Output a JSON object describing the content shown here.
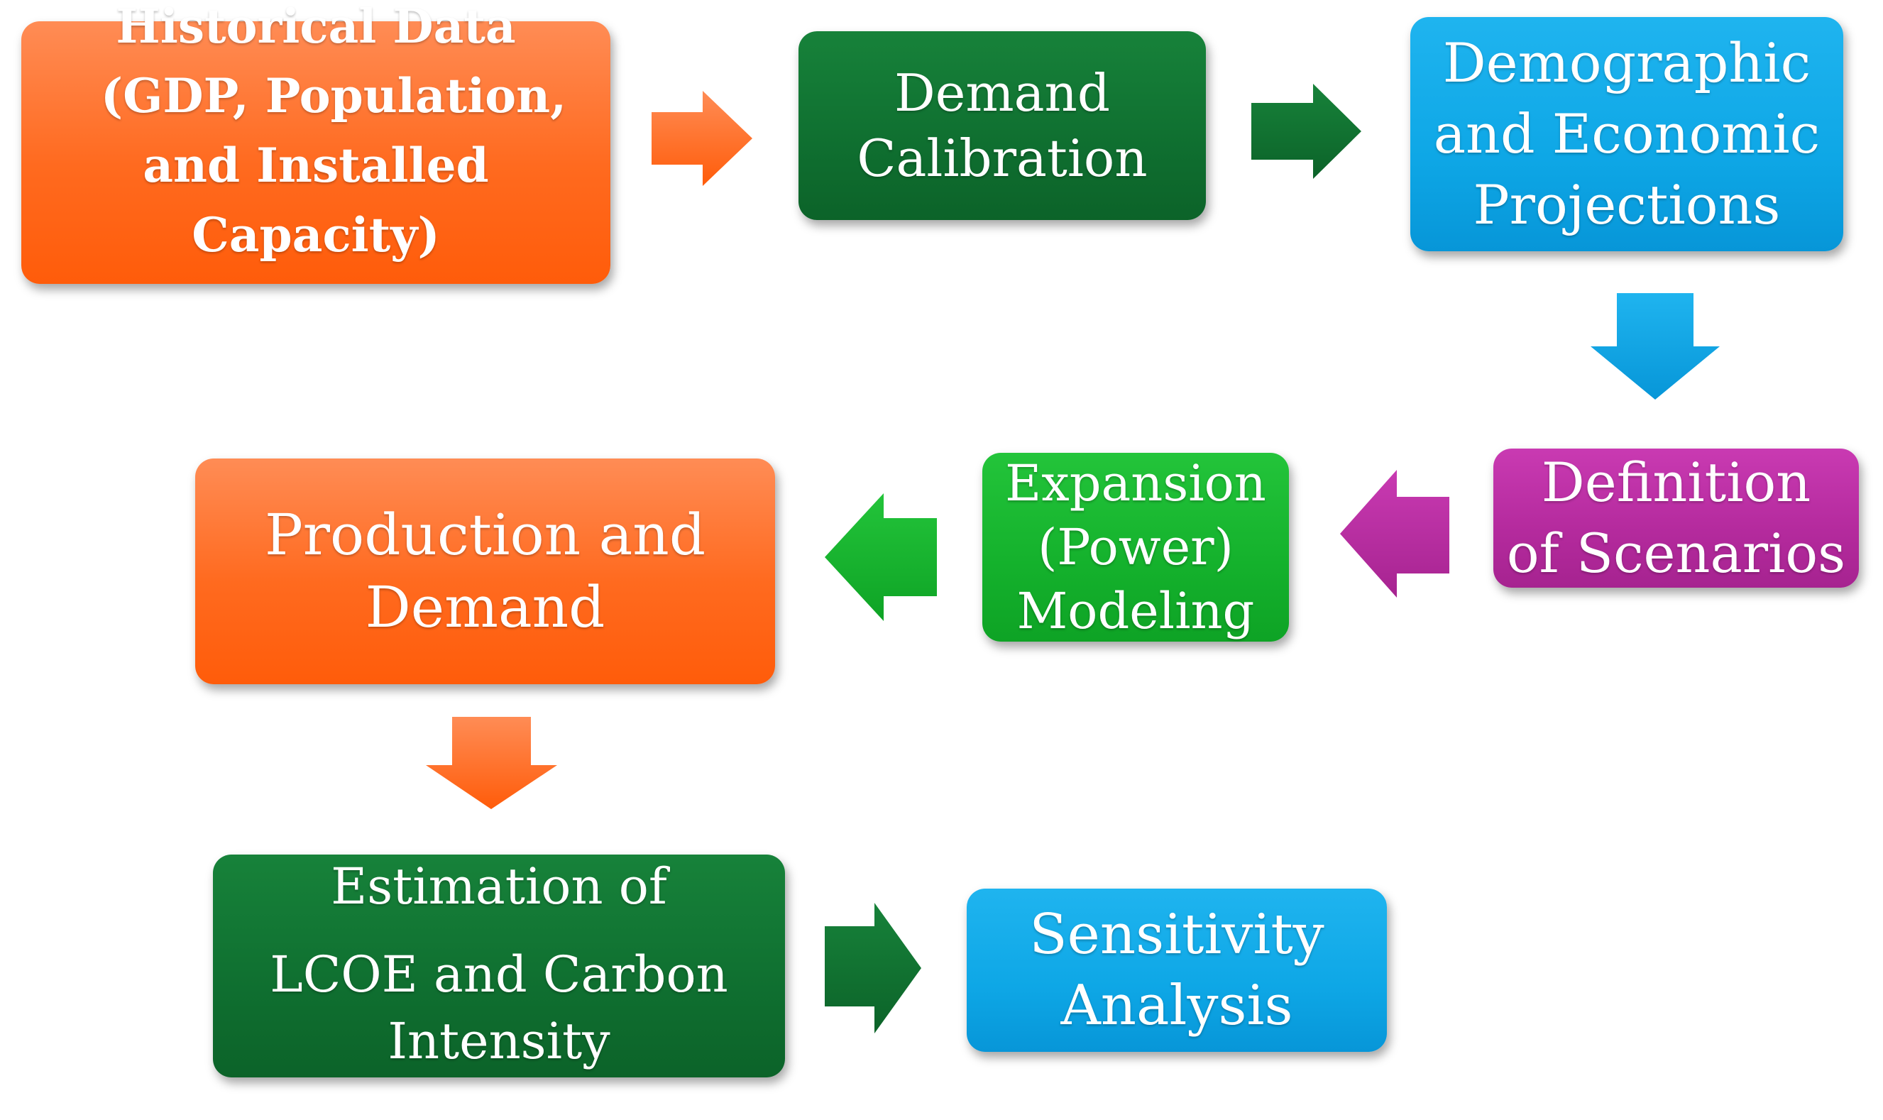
{
  "boxes": {
    "historical_data": {
      "lines": [
        "Historical Data",
        "(GDP, Population,",
        "and Installed",
        "Capacity)"
      ]
    },
    "demand_calibration": {
      "lines": [
        "Demand",
        "Calibration"
      ]
    },
    "projections": {
      "lines": [
        "Demographic",
        "and Economic",
        "Projections"
      ]
    },
    "scenarios": {
      "lines": [
        "Definition",
        "of Scenarios"
      ]
    },
    "expansion": {
      "lines": [
        "Expansion",
        "(Power)",
        "Modeling"
      ]
    },
    "production": {
      "lines": [
        "Production and",
        "Demand"
      ]
    },
    "estimation": {
      "lines": [
        "Estimation of",
        "LCOE and Carbon",
        "Intensity"
      ]
    },
    "sensitivity": {
      "lines": [
        "Sensitivity",
        "Analysis"
      ]
    }
  },
  "colors": {
    "orange": "#ff6a1f",
    "dark_green": "#0f6f30",
    "blue": "#0ea7e6",
    "magenta": "#b42a9d",
    "light_green": "#14b12c"
  }
}
